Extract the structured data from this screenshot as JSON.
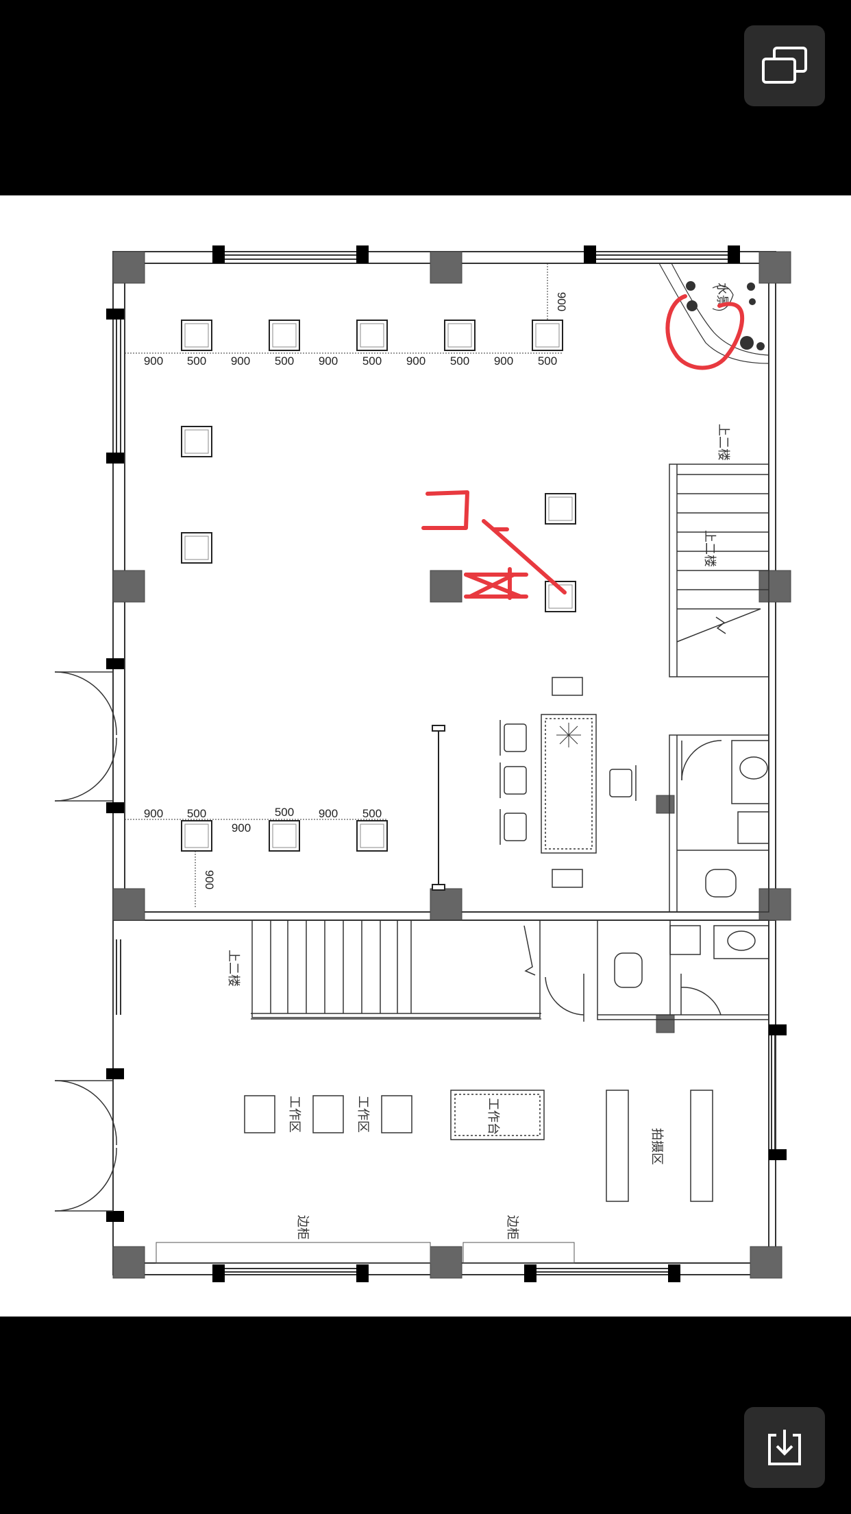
{
  "viewer": {
    "top_button_icon": "copy-windows-icon",
    "bottom_button_icon": "download-icon"
  },
  "plan": {
    "stairs_up_label_a": "上二楼",
    "stairs_up_label_b": "上二楼",
    "stairs_up_label_c": "上二楼",
    "water_label": "水景",
    "work_area_a": "工作区",
    "work_area_b": "工作区",
    "work_table": "工作台",
    "shoot_area": "拍摄区",
    "cabinet_a": "边柜",
    "cabinet_b": "边柜",
    "dims_top": [
      "900",
      "500",
      "900",
      "500",
      "900",
      "500",
      "900",
      "500",
      "900",
      "500"
    ],
    "dim_vertical_top": "900",
    "dims_lower_a": [
      "900",
      "500"
    ],
    "dim_lower_mid": "900",
    "dims_lower_b": [
      "500",
      "900",
      "500"
    ],
    "dim_vertical_lower": "900",
    "wall_color": "#666666",
    "annotation_color": "#e8393f"
  }
}
